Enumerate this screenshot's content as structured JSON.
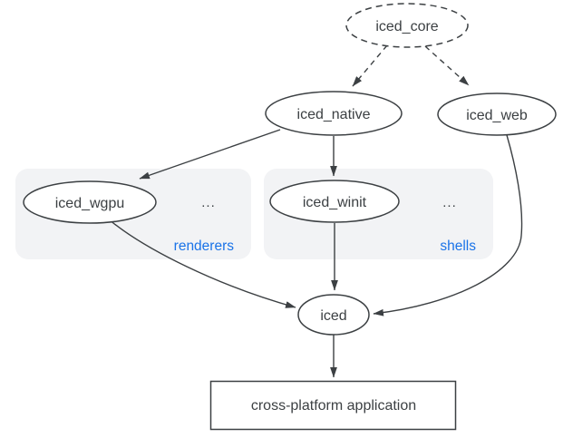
{
  "diagram": {
    "nodes": {
      "iced_core": {
        "label": "iced_core",
        "shape": "ellipse",
        "border": "dashed"
      },
      "iced_native": {
        "label": "iced_native",
        "shape": "ellipse",
        "border": "solid"
      },
      "iced_web": {
        "label": "iced_web",
        "shape": "ellipse",
        "border": "solid"
      },
      "iced_wgpu": {
        "label": "iced_wgpu",
        "shape": "ellipse",
        "border": "solid"
      },
      "iced_winit": {
        "label": "iced_winit",
        "shape": "ellipse",
        "border": "solid"
      },
      "iced": {
        "label": "iced",
        "shape": "ellipse",
        "border": "solid"
      },
      "application": {
        "label": "cross-platform application",
        "shape": "rect",
        "border": "solid"
      }
    },
    "groups": [
      {
        "label": "renderers",
        "ellipsis": "...",
        "contains": [
          "iced_wgpu"
        ]
      },
      {
        "label": "shells",
        "ellipsis": "...",
        "contains": [
          "iced_winit"
        ]
      }
    ],
    "edges": [
      {
        "from": "iced_core",
        "to": "iced_native",
        "style": "dashed"
      },
      {
        "from": "iced_core",
        "to": "iced_web",
        "style": "dashed"
      },
      {
        "from": "iced_native",
        "to": "iced_wgpu",
        "style": "solid"
      },
      {
        "from": "iced_native",
        "to": "iced_winit",
        "style": "solid"
      },
      {
        "from": "iced_winit",
        "to": "iced",
        "style": "solid"
      },
      {
        "from": "iced_wgpu",
        "to": "iced",
        "style": "solid"
      },
      {
        "from": "iced_web",
        "to": "iced",
        "style": "solid"
      },
      {
        "from": "iced",
        "to": "application",
        "style": "solid"
      }
    ],
    "colors": {
      "stroke": "#3c4043",
      "text": "#3c4043",
      "group_label": "#1a73e8",
      "group_background": "#f2f3f5",
      "node_fill": "#ffffff",
      "page_background": "#ffffff"
    }
  }
}
